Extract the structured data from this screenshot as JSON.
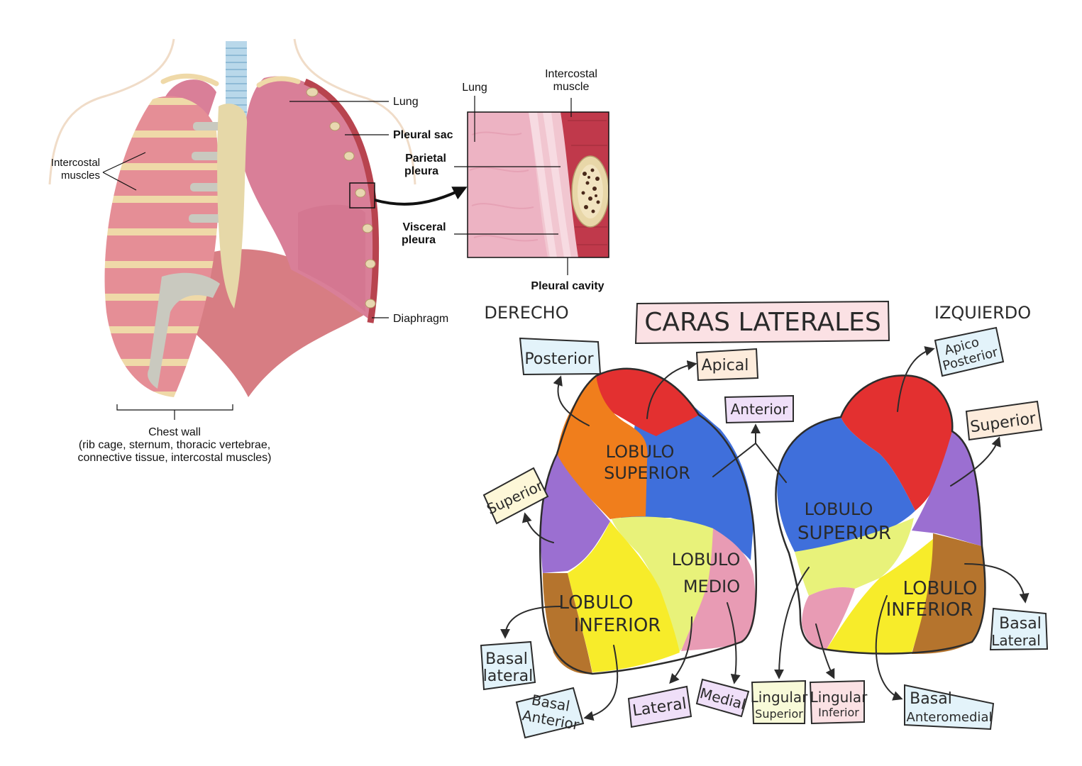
{
  "colors": {
    "lung_pink": "#d97f98",
    "muscle": "#e58e96",
    "rib": "#efd9a8",
    "cartilage": "#c9c9bf",
    "apical_red": "#e33030",
    "posterior_orange": "#f07e1c",
    "anterior_blue": "#3f6fdb",
    "superior_purple": "#9b6fd1",
    "basal_brown": "#b5742d",
    "basal_anterior_yellow": "#f7ec2a",
    "lateral_lime": "#e8f27a",
    "medial_pink": "#e89bb4",
    "title_bg": "#fbe1e4"
  },
  "anatomy": {
    "labels": {
      "intercostal_muscles_l1": "Intercostal",
      "intercostal_muscles_l2": "muscles",
      "lung": "Lung",
      "pleural_sac": "Pleural sac",
      "diaphragm": "Diaphragm",
      "chest_wall_l1": "Chest wall",
      "chest_wall_l2": "(rib cage, sternum, thoracic vertebrae,",
      "chest_wall_l3": "connective tissue, intercostal muscles)"
    }
  },
  "inset": {
    "labels": {
      "lung": "Lung",
      "intercostal_l1": "Intercostal",
      "intercostal_l2": "muscle",
      "parietal_l1": "Parietal",
      "parietal_l2": "pleura",
      "visceral_l1": "Visceral",
      "visceral_l2": "pleura",
      "pleural_cavity": "Pleural cavity"
    }
  },
  "segments": {
    "title": "CARAS LATERALES",
    "right_side": "DERECHO",
    "left_side": "IZQUIERDO",
    "right_lung": {
      "upper_l1": "LOBULO",
      "upper_l2": "SUPERIOR",
      "middle_l1": "LOBULO",
      "middle_l2": "MEDIO",
      "lower_l1": "LOBULO",
      "lower_l2": "INFERIOR"
    },
    "left_lung": {
      "upper_l1": "LOBULO",
      "upper_l2": "SUPERIOR",
      "lower_l1": "LOBULO",
      "lower_l2": "INFERIOR"
    },
    "tags": {
      "posterior": "Posterior",
      "apical": "Apical",
      "anterior": "Anterior",
      "superior_r": "Superior",
      "basal_lateral_r_l1": "Basal",
      "basal_lateral_r_l2": "lateral",
      "basal_anterior_l1": "Basal",
      "basal_anterior_l2": "Anterior",
      "lateral": "Lateral",
      "medial": "Medial",
      "apico_posterior_l1": "Apico",
      "apico_posterior_l2": "Posterior",
      "superior_l": "Superior",
      "lingular_superior_l1": "Lingular",
      "lingular_superior_l2": "Superior",
      "lingular_inferior_l1": "Lingular",
      "lingular_inferior_l2": "Inferior",
      "basal_anteromedial_l1": "Basal",
      "basal_anteromedial_l2": "Anteromedial",
      "basal_lateral_l_l1": "Basal",
      "basal_lateral_l_l2": "Lateral"
    }
  }
}
